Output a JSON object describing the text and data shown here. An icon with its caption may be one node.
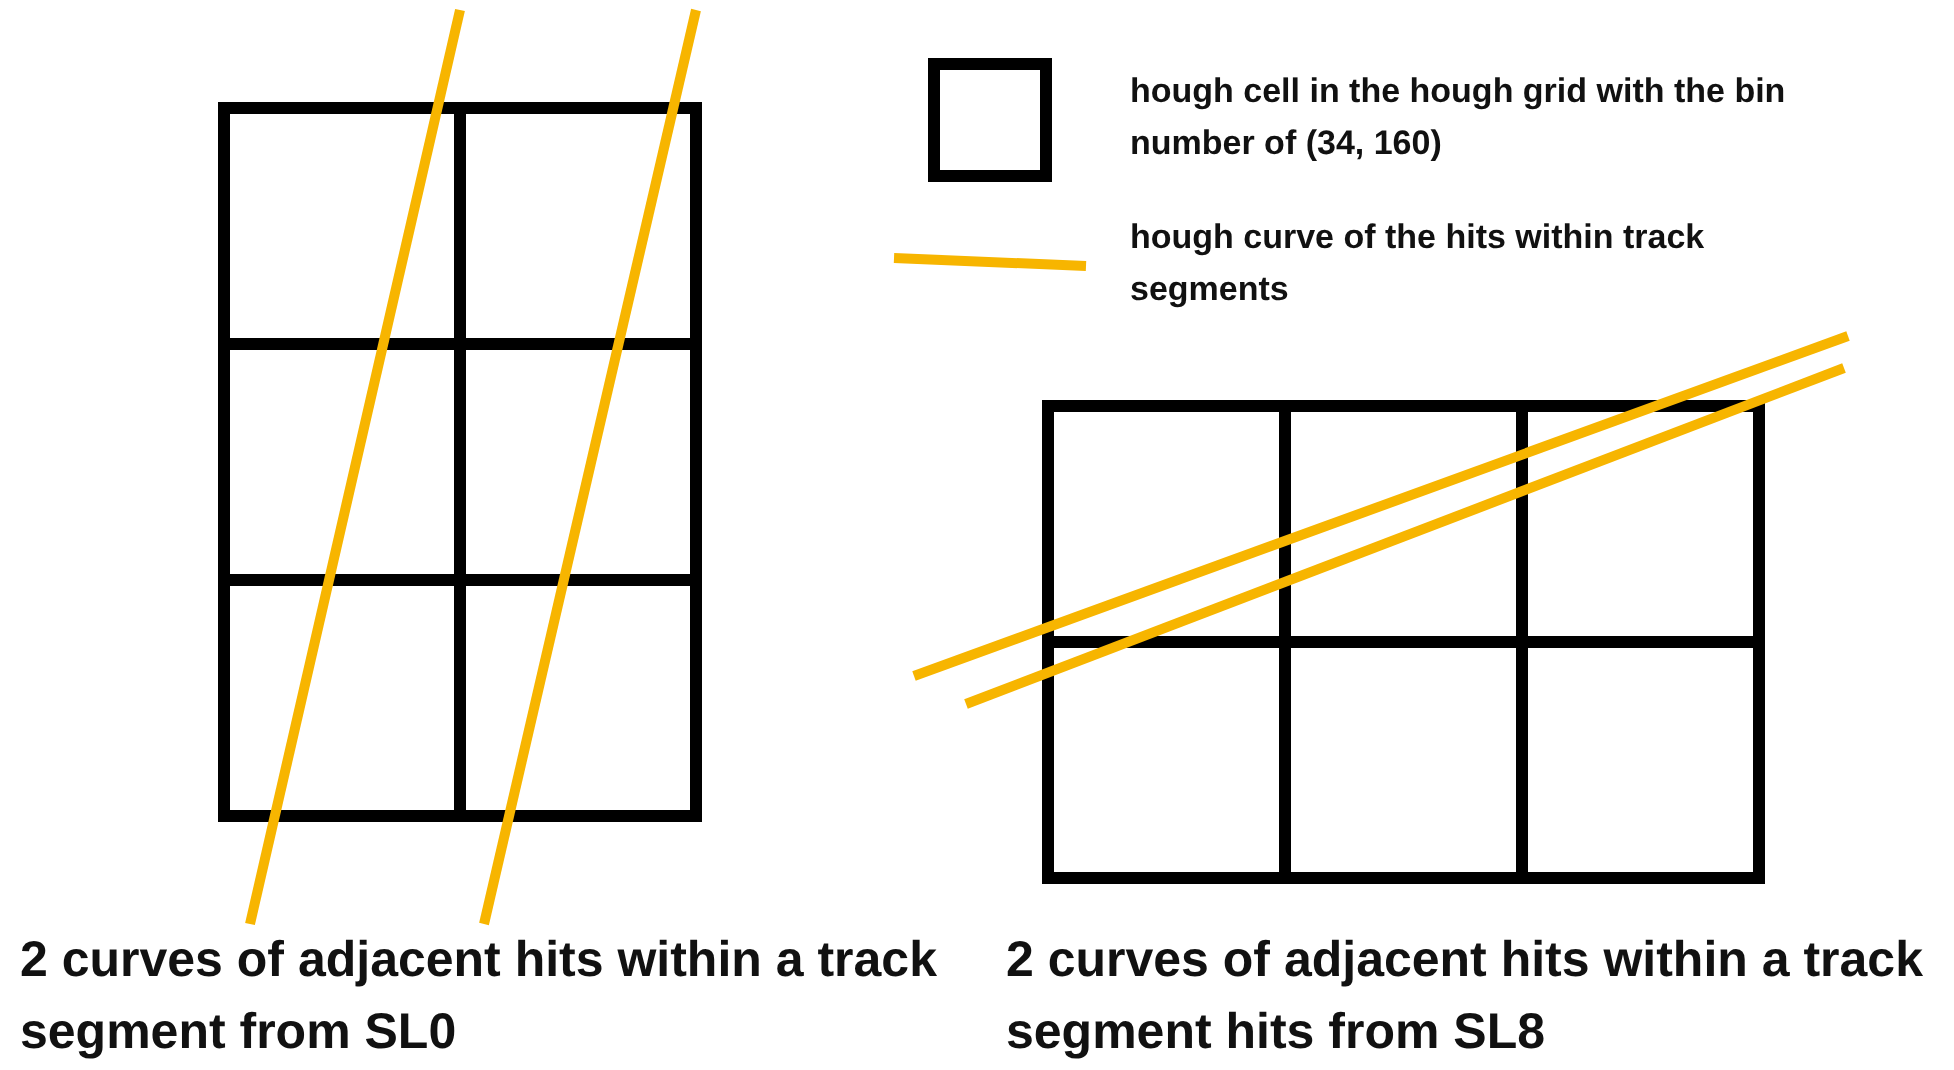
{
  "diagram": {
    "labels": [
      "2 curves of adjacent hits within a track segment from SL0",
      "2 curves of adjacent hits within a track segment hits from SL8"
    ],
    "legend": [
      {
        "text": "hough cell in the hough grid with the bin number of (34, 160)"
      },
      {
        "text": "hough curve of the hits within track segments"
      }
    ]
  }
}
